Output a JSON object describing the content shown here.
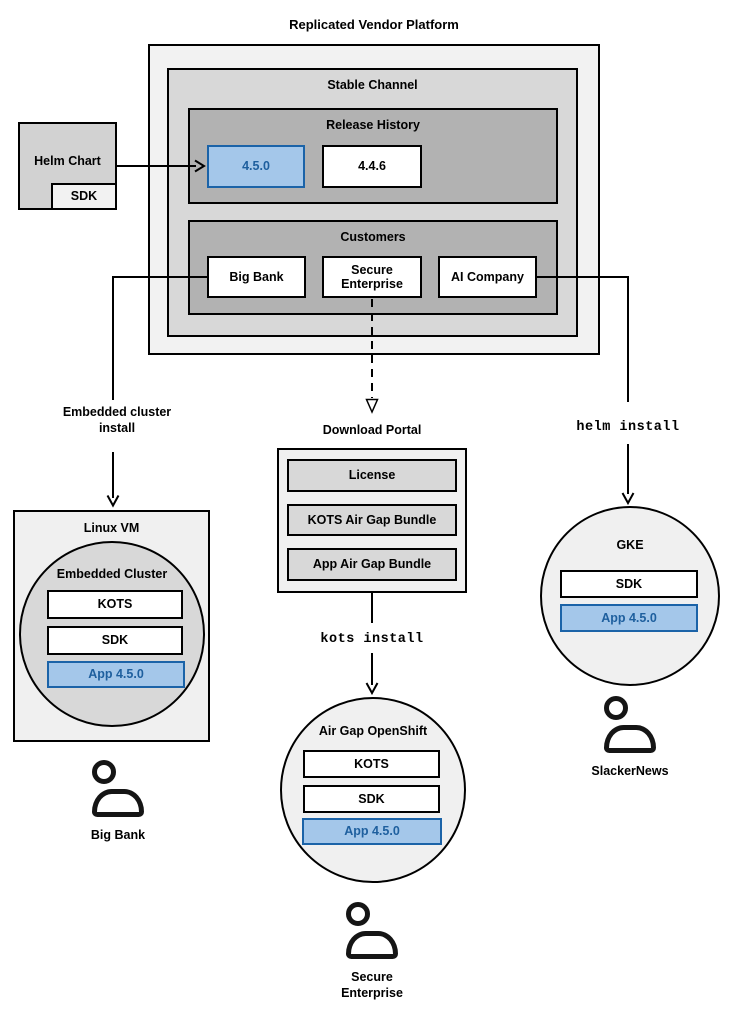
{
  "title": "Replicated Vendor Platform",
  "colors": {
    "accent_fill": "#a4c7ea",
    "accent_border": "#1b63a8",
    "accent_text": "#1e5f9e",
    "panel_light": "#f2f2f2",
    "panel_medium": "#d8d8d8",
    "panel_dark": "#b2b2b2"
  },
  "platform": {
    "stable_channel": {
      "label": "Stable Channel",
      "release_history": {
        "label": "Release History",
        "releases": [
          "4.5.0",
          "4.4.6"
        ]
      },
      "customers": {
        "label": "Customers",
        "items": [
          "Big Bank",
          "Secure Enterprise",
          "AI Company"
        ]
      }
    }
  },
  "helm_chart": {
    "label": "Helm Chart",
    "sdk": "SDK"
  },
  "edges": {
    "embedded_cluster_install": "Embedded cluster install",
    "helm_install": "helm install",
    "kots_install": "kots install"
  },
  "download_portal": {
    "label": "Download Portal",
    "items": [
      "License",
      "KOTS Air Gap Bundle",
      "App Air Gap Bundle"
    ]
  },
  "linux_vm": {
    "label": "Linux VM",
    "embedded_cluster": {
      "label": "Embedded Cluster",
      "kots": "KOTS",
      "sdk": "SDK",
      "app": "App 4.5.0"
    },
    "user": "Big Bank"
  },
  "air_gap_openshift": {
    "label": "Air Gap OpenShift",
    "kots": "KOTS",
    "sdk": "SDK",
    "app": "App 4.5.0",
    "user": "Secure Enterprise"
  },
  "gke": {
    "label": "GKE",
    "sdk": "SDK",
    "app": "App 4.5.0",
    "user": "SlackerNews"
  }
}
